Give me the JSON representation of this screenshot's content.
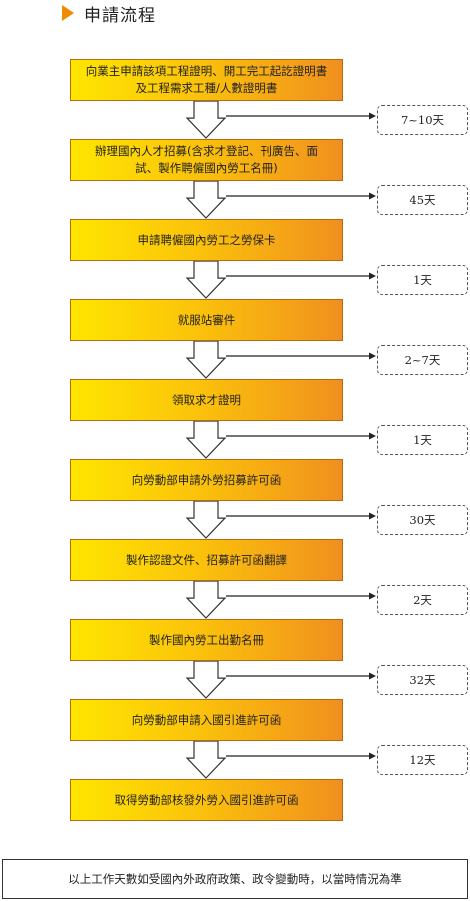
{
  "header": {
    "title": "申請流程",
    "accent_color": "#f08a00"
  },
  "steps": [
    "向業主申請該項工程證明、開工完工起訖證明書及工程需求工種/人數證明書",
    "辦理國內人才招募(含求才登記、刊廣告、面試、製作聘僱國內勞工名冊)",
    "申請聘僱國內勞工之勞保卡",
    "就服站審件",
    "領取求才證明",
    "向勞動部申請外勞招募許可函",
    "製作認證文件、招募許可函翻譯",
    "製作國內勞工出勤名冊",
    "向勞動部申請入國引進許可函",
    "取得勞動部核發外勞入國引進許可函"
  ],
  "durations": [
    "7~10天",
    "45天",
    "1天",
    "2~7天",
    "1天",
    "30天",
    "2天",
    "32天",
    "12天"
  ],
  "note": "以上工作天數如受國內外政府政策、政令變動時，以當時情況為準",
  "colors": {
    "box_gradient_start": "#ffe600",
    "box_gradient_end": "#f0901e",
    "box_border": "#b86a10"
  }
}
